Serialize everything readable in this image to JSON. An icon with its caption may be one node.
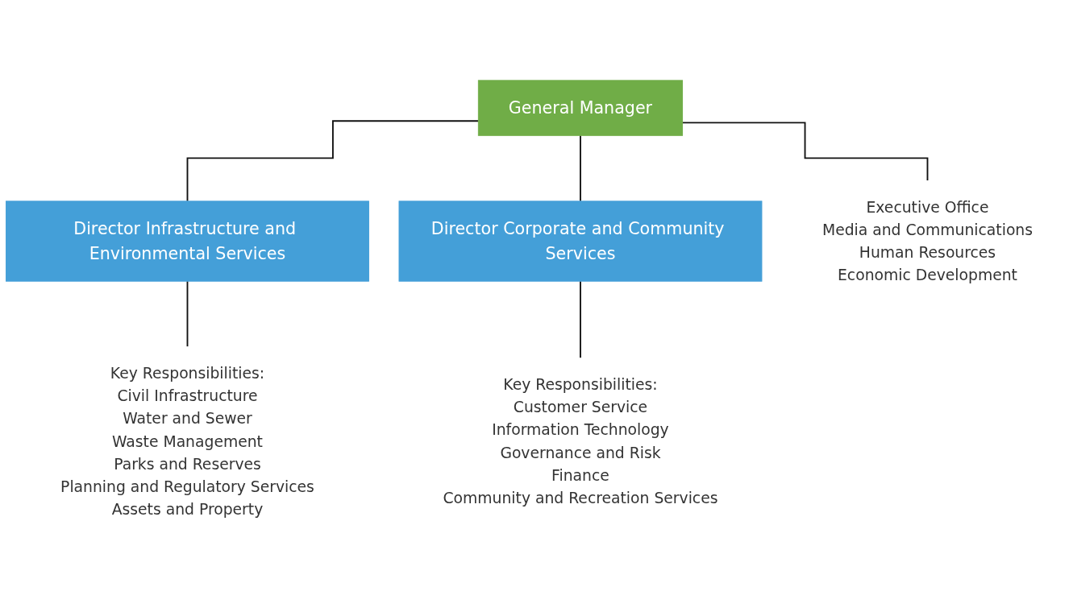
{
  "diagram": {
    "nodes": [
      {
        "text": [
          "General Manager"
        ]
      },
      {
        "text": [
          "Director Infrastructure and Environmental Services"
        ]
      },
      {
        "text": [
          "Director Corporate and Community Services"
        ]
      },
      {
        "text": [
          "Executive Office",
          "Media and Communications",
          "Human Resources",
          "Economic Development"
        ]
      },
      {
        "text": [
          "Key Responsibilities:",
          "Civil Infrastructure",
          "Water and Sewer",
          "Waste Management",
          "Parks and Reserves",
          "Planning and Regulatory Services",
          "Assets and Property"
        ]
      },
      {
        "text": [
          "Key Responsibilities:",
          "Customer Service",
          "Information Technology",
          "Governance and Risk",
          "Finance",
          "Community and Recreation Services"
        ]
      }
    ],
    "edges": [
      {
        "from": 0,
        "to": 1,
        "arrow": "none"
      },
      {
        "from": 0,
        "to": 2,
        "arrow": "none"
      },
      {
        "from": 0,
        "to": 3,
        "arrow": "none"
      },
      {
        "from": 1,
        "to": 4,
        "arrow": "none"
      },
      {
        "from": 2,
        "to": 5,
        "arrow": "none"
      }
    ]
  }
}
